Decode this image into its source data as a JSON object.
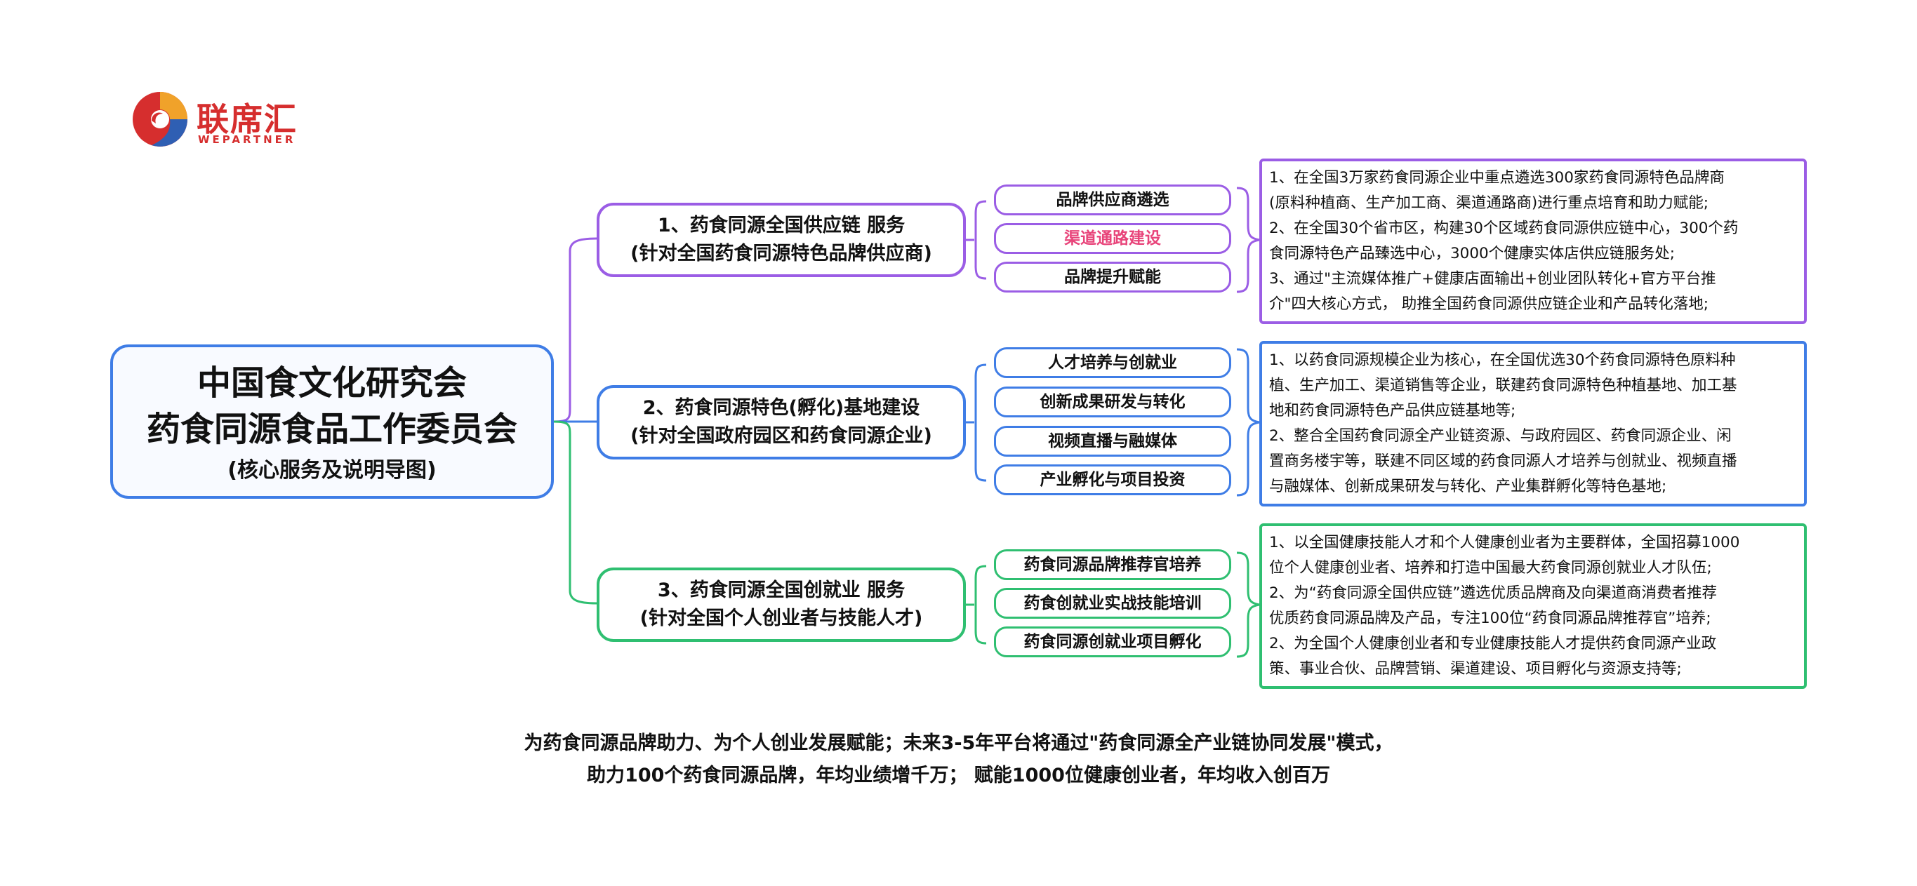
{
  "colors": {
    "root": "#3f7de6",
    "branch1": "#9b5de5",
    "branch2": "#3f7de6",
    "branch3": "#2fbf71",
    "highlight": "#e8447a",
    "logo_red": "#d62e2e",
    "logo_yellow": "#f0a22a",
    "logo_blue": "#2f5fb3"
  },
  "logo": {
    "name": "联席汇",
    "sub": "WEPARTNER",
    "icon": "swirl-logo-icon"
  },
  "root": {
    "title_line1": "中国食文化研究会",
    "title_line2": "药食同源食品工作委员会",
    "subtitle": "(核心服务及说明导图)"
  },
  "branches": [
    {
      "line1": "1、药食同源全国供应链 服务",
      "line2": "(针对全国药食同源特色品牌供应商)",
      "tags": [
        "品牌供应商遴选",
        "渠道通路建设",
        "品牌提升赋能"
      ],
      "highlight_tag": 1,
      "desc": [
        "1、在全国3万家药食同源企业中重点遴选300家药食同源特色品牌商",
        "(原料种植商、生产加工商、渠道通路商)进行重点培育和助力赋能;",
        "2、在全国30个省市区，构建30个区域药食同源供应链中心，300个药",
        "食同源特色产品臻选中心，3000个健康实体店供应链服务处;",
        "3、通过\"主流媒体推广+健康店面输出+创业团队转化+官方平台推",
        "介\"四大核心方式， 助推全国药食同源供应链企业和产品转化落地;"
      ]
    },
    {
      "line1": "2、药食同源特色(孵化)基地建设",
      "line2": "(针对全国政府园区和药食同源企业)",
      "tags": [
        "人才培养与创就业",
        "创新成果研发与转化",
        "视频直播与融媒体",
        "产业孵化与项目投资"
      ],
      "desc": [
        "1、以药食同源规模企业为核心，在全国优选30个药食同源特色原料种",
        "植、生产加工、渠道销售等企业，联建药食同源特色种植基地、加工基",
        "地和药食同源特色产品供应链基地等;",
        "2、整合全国药食同源全产业链资源、与政府园区、药食同源企业、闲",
        "置商务楼宇等，联建不同区域的药食同源人才培养与创就业、视频直播",
        "与融媒体、创新成果研发与转化、产业集群孵化等特色基地;"
      ]
    },
    {
      "line1": "3、药食同源全国创就业 服务",
      "line2": "(针对全国个人创业者与技能人才)",
      "tags": [
        "药食同源品牌推荐官培养",
        "药食创就业实战技能培训",
        "药食同源创就业项目孵化"
      ],
      "desc": [
        "1、以全国健康技能人才和个人健康创业者为主要群体，全国招募1000",
        "位个人健康创业者、培养和打造中国最大药食同源创就业人才队伍;",
        "2、为“药食同源全国供应链”遴选优质品牌商及向渠道商消费者推荐",
        "优质药食同源品牌及产品，专注100位“药食同源品牌推荐官”培养;",
        "2、为全国个人健康创业者和专业健康技能人才提供药食同源产业政",
        "策、事业合伙、品牌营销、渠道建设、项目孵化与资源支持等;"
      ]
    }
  ],
  "footer": {
    "line1": "为药食同源品牌助力、为个人创业发展赋能；未来3-5年平台将通过\"药食同源全产业链协同发展\"模式，",
    "line2": "助力100个药食同源品牌，年均业绩增千万；  赋能1000位健康创业者，年均收入创百万"
  }
}
